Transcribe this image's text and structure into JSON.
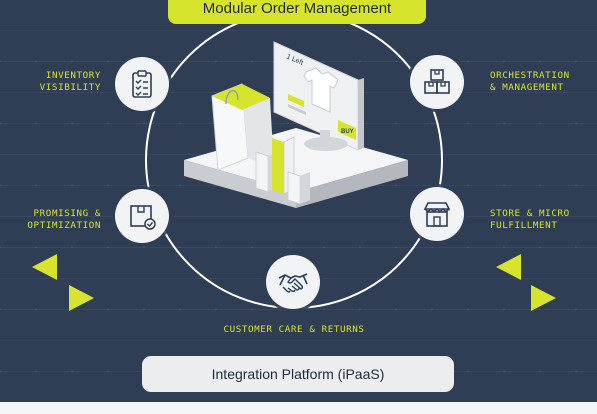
{
  "title": "Modular Order Management",
  "platform": "Integration Platform (iPaaS)",
  "colors": {
    "accent": "#d7e42c",
    "background": "#2f3e55",
    "node": "#f2f3f4",
    "icon": "#2f3e55"
  },
  "nodes": {
    "inventory": {
      "line1": "INVENTORY",
      "line2": "VISIBILITY",
      "icon": "clipboard-checklist-icon"
    },
    "orchestration": {
      "line1": "ORCHESTRATION",
      "line2": "& MANAGEMENT",
      "icon": "stacked-boxes-icon"
    },
    "promising": {
      "line1": "PROMISING &",
      "line2": "OPTIMIZATION",
      "icon": "box-check-icon"
    },
    "store": {
      "line1": "STORE & MICRO",
      "line2": "FULFILLMENT",
      "icon": "storefront-icon"
    },
    "care": {
      "line1": "CUSTOMER CARE & RETURNS",
      "icon": "handshake-icon"
    }
  },
  "illustration": {
    "stock_text": "1 Left",
    "buy_label": "BUY"
  }
}
